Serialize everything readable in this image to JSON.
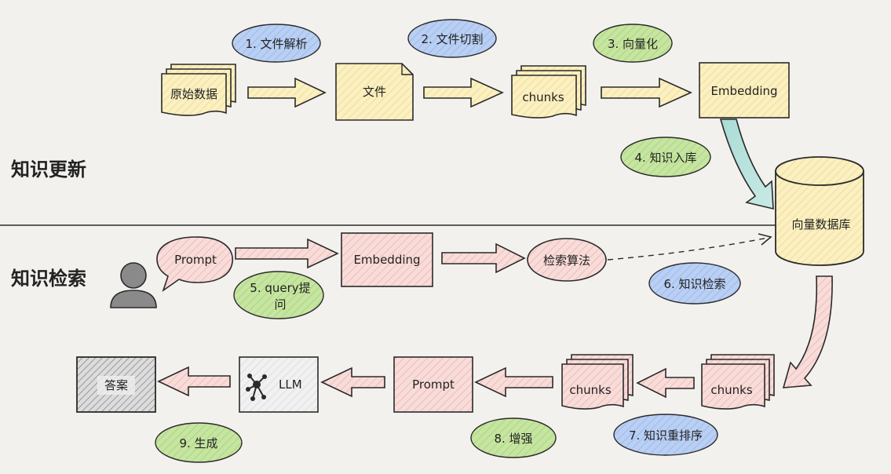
{
  "colors": {
    "background": "#f3f1ee",
    "yellow_fill": "#fbf0c2",
    "pink_fill": "#f7d6d3",
    "blue_bubble": "#b6cdf2",
    "green_bubble": "#c3e39c",
    "teal_arrow": "#a9dcd6",
    "grey_fill": "#d4d4d4",
    "stroke": "#2a2a2a"
  },
  "sections": {
    "update": "知识更新",
    "retrieval": "知识检索"
  },
  "nodes": {
    "raw_data": "原始数据",
    "file": "文件",
    "chunks_top": "chunks",
    "embedding_top": "Embedding",
    "vector_db": "向量数据库",
    "prompt_bubble": "Prompt",
    "embedding_mid": "Embedding",
    "search_algo": "检索算法",
    "chunks_right": "chunks",
    "chunks_left": "chunks",
    "prompt_box": "Prompt",
    "llm": "LLM",
    "answer": "答案"
  },
  "steps": {
    "s1": "1. 文件解析",
    "s2": "2. 文件切割",
    "s3": "3. 向量化",
    "s4": "4. 知识入库",
    "s5_line1": "5. query提",
    "s5_line2": "问",
    "s6": "6. 知识检索",
    "s7": "7. 知识重排序",
    "s8": "8. 增强",
    "s9": "9. 生成"
  },
  "icons": {
    "user": "user-icon",
    "llm": "neural-network-icon"
  }
}
